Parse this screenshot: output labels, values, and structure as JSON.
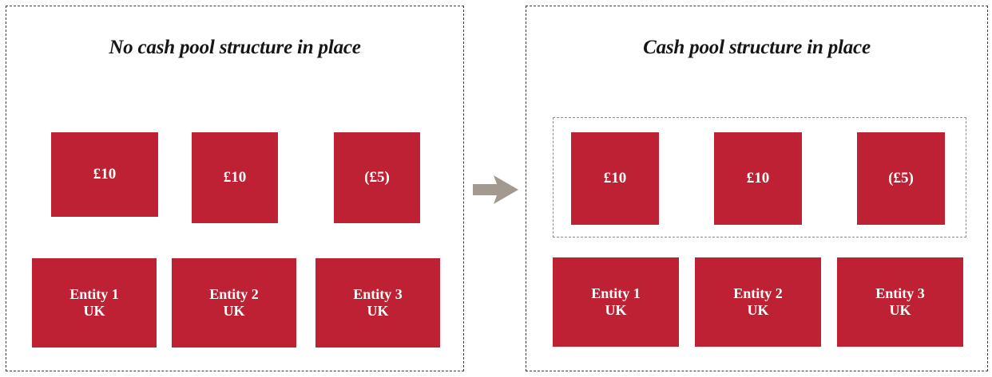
{
  "diagram": {
    "title_left": "No cash pool structure in place",
    "title_right": "Cash pool structure in place",
    "accent_color": "#be2134",
    "arrow_color": "#a29a90",
    "border_color": "#3a3a3a",
    "pool_border_color": "#8d8d8d",
    "background_color": "#ffffff",
    "text_color": "#ffffff",
    "title_color": "#161616"
  },
  "left_panel": {
    "title": "No cash pool structure in place",
    "cash_boxes": [
      {
        "value": "£10"
      },
      {
        "value": "£10"
      },
      {
        "value": "(£5)"
      }
    ],
    "entities": [
      {
        "name": "Entity 1",
        "country": "UK"
      },
      {
        "name": "Entity 2",
        "country": "UK"
      },
      {
        "name": "Entity 3",
        "country": "UK"
      }
    ]
  },
  "right_panel": {
    "title": "Cash pool structure in place",
    "cash_boxes": [
      {
        "value": "£10"
      },
      {
        "value": "£10"
      },
      {
        "value": "(£5)"
      }
    ],
    "entities": [
      {
        "name": "Entity 1",
        "country": "UK"
      },
      {
        "name": "Entity 2",
        "country": "UK"
      },
      {
        "name": "Entity 3",
        "country": "UK"
      }
    ]
  },
  "arrow": {
    "icon": "right-arrow-icon",
    "direction": "right"
  }
}
